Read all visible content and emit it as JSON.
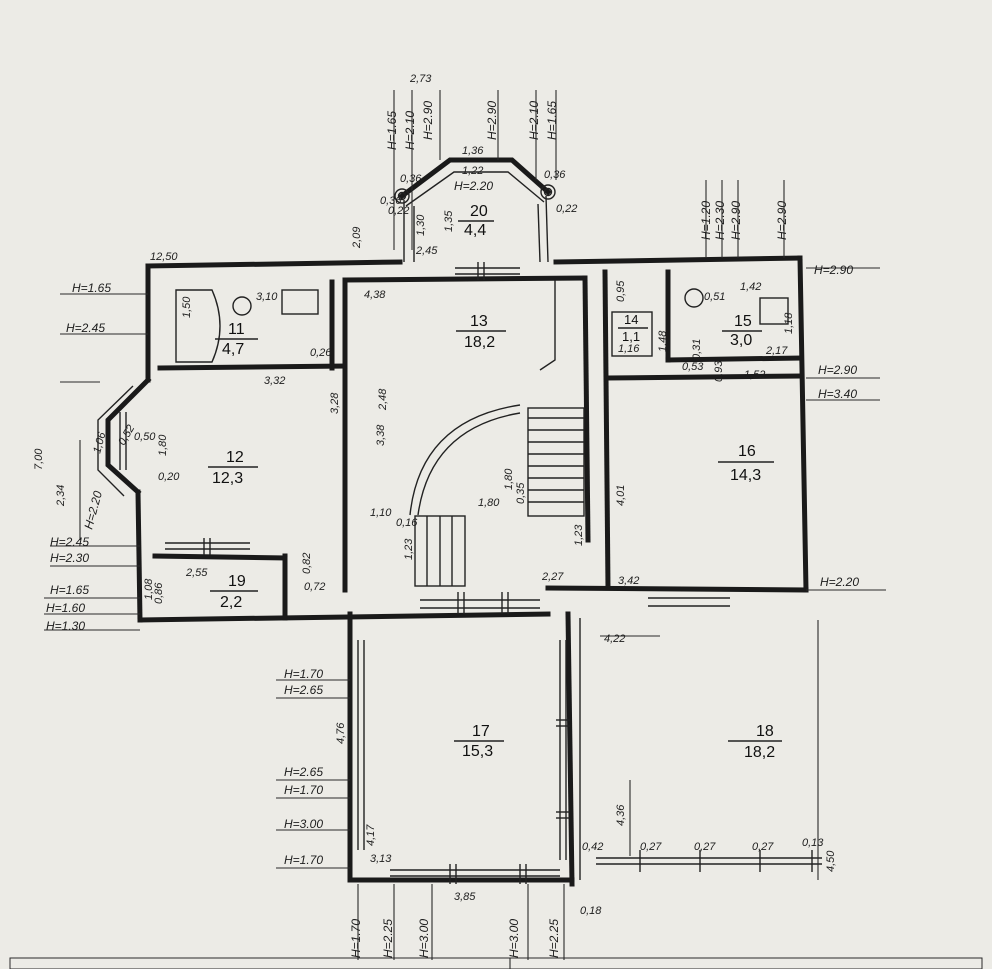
{
  "rooms": [
    {
      "id": "11",
      "number": "11",
      "area": "4,7"
    },
    {
      "id": "12",
      "number": "12",
      "area": "12,3"
    },
    {
      "id": "13",
      "number": "13",
      "area": "18,2"
    },
    {
      "id": "14",
      "number": "14",
      "area": "1,1"
    },
    {
      "id": "15",
      "number": "15",
      "area": "3,0"
    },
    {
      "id": "16",
      "number": "16",
      "area": "14,3"
    },
    {
      "id": "17",
      "number": "17",
      "area": "15,3"
    },
    {
      "id": "18",
      "number": "18",
      "area": "18,2"
    },
    {
      "id": "19",
      "number": "19",
      "area": "2,2"
    },
    {
      "id": "20",
      "number": "20",
      "area": "4,4"
    }
  ],
  "dimensions": [
    "2,73",
    "1,36",
    "1,22",
    "0,36",
    "0,22",
    "0,36",
    "0,36",
    "0,22",
    "2,09",
    "1,30",
    "1,35",
    "2,45",
    "12,50",
    "3,10",
    "1,50",
    "4,38",
    "0,26",
    "3,32",
    "3,28",
    "3,38",
    "2,48",
    "1,06",
    "0,52",
    "0,50",
    "1,80",
    "0,20",
    "2,34",
    "1,10",
    "0,16",
    "1,23",
    "1,80",
    "1,80",
    "0,35",
    "1,23",
    "4,01",
    "0,82",
    "0,72",
    "2,55",
    "1,08",
    "0,86",
    "2,27",
    "3,42",
    "4,22",
    "4,76",
    "4,17",
    "3,13",
    "3,85",
    "0,18",
    "4,36",
    "0,42",
    "0,27",
    "0,27",
    "0,27",
    "0,13",
    "4,50",
    "1,42",
    "1,48",
    "2,17",
    "0,93",
    "0,53",
    "1,52",
    "0,51",
    "0,95",
    "1,16",
    "1,18",
    "0,31",
    "7,00"
  ],
  "heights": [
    "H=1.65",
    "H=2.10",
    "H=2.90",
    "H=2.90",
    "H=2.10",
    "H=1.65",
    "H=2.20",
    "H=1.20",
    "H=2.30",
    "H=2.90",
    "H=2.90",
    "H=1.65",
    "H=2.45",
    "H=2.90",
    "H=2.90",
    "H=3.40",
    "H=2.20",
    "H=2.20",
    "H=2.45",
    "H=2.30",
    "H=1.65",
    "H=1.60",
    "H=1.30",
    "H=1.70",
    "H=2.65",
    "H=2.65",
    "H=1.70",
    "H=3.00",
    "H=1.70",
    "H=1.70",
    "H=2.25",
    "H=3.00",
    "H=3.00",
    "H=2.25"
  ]
}
